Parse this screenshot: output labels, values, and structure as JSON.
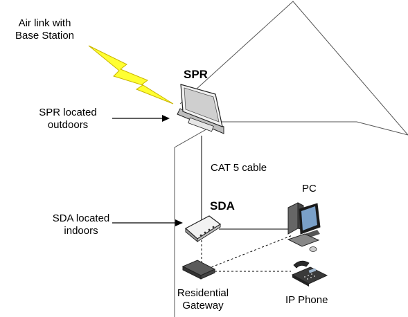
{
  "labels": {
    "air_link": [
      "Air link with",
      "Base Station"
    ],
    "spr_title": "SPR",
    "spr_location": [
      "SPR located",
      "outdoors"
    ],
    "cat5": "CAT 5 cable",
    "pc": "PC",
    "sda_title": "SDA",
    "sda_location": [
      "SDA located",
      "indoors"
    ],
    "residential_gateway": [
      "Residential",
      "Gateway"
    ],
    "ip_phone": "IP Phone"
  },
  "colors": {
    "lightning": "#ffff33",
    "lightning_outline": "#c8b400",
    "device_gray": "#d9d9d9",
    "device_dark": "#555555",
    "line": "#000000"
  },
  "icons": [
    "lightning-bolt-icon",
    "spr-device-icon",
    "sda-device-icon",
    "pc-icon",
    "residential-gateway-icon",
    "ip-phone-icon"
  ]
}
